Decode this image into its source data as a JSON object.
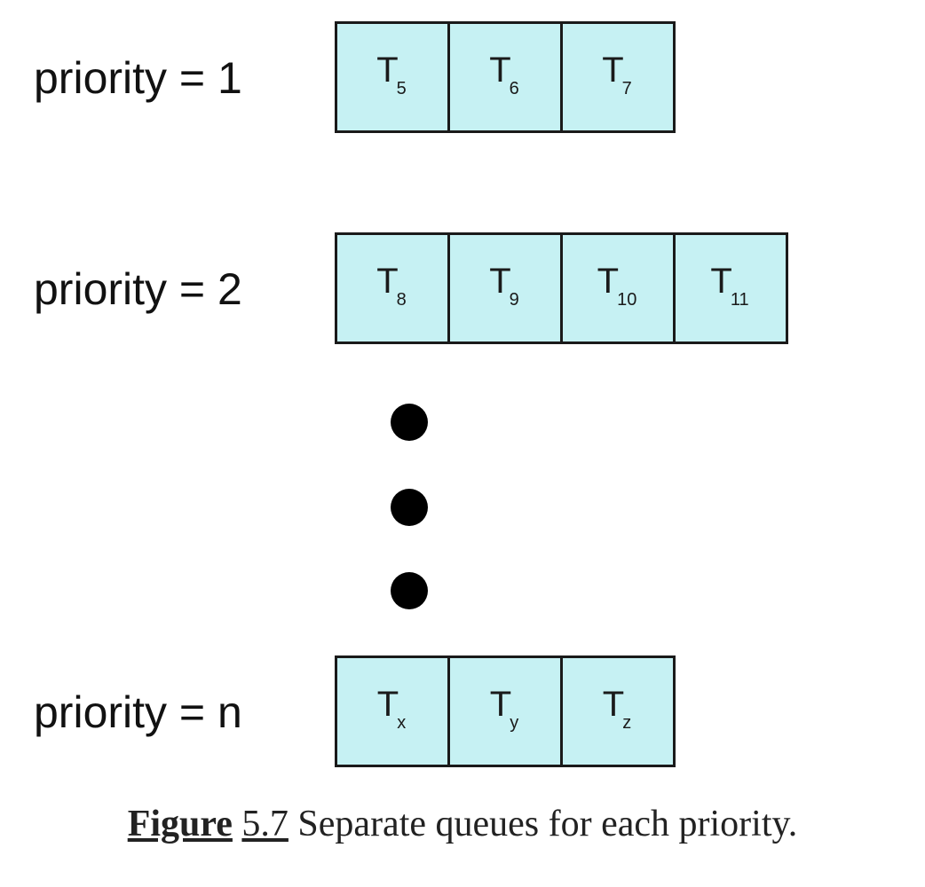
{
  "queues": [
    {
      "label": "priority = 1",
      "tasks": [
        {
          "base": "T",
          "sub": "5"
        },
        {
          "base": "T",
          "sub": "6"
        },
        {
          "base": "T",
          "sub": "7"
        }
      ]
    },
    {
      "label": "priority = 2",
      "tasks": [
        {
          "base": "T",
          "sub": "8"
        },
        {
          "base": "T",
          "sub": "9"
        },
        {
          "base": "T",
          "sub": "10"
        },
        {
          "base": "T",
          "sub": "11"
        }
      ]
    },
    {
      "label": "priority = n",
      "tasks": [
        {
          "base": "T",
          "sub": "x"
        },
        {
          "base": "T",
          "sub": "y"
        },
        {
          "base": "T",
          "sub": "z"
        }
      ]
    }
  ],
  "colors": {
    "cell_fill": "#c6f1f3",
    "border": "#1a1a1a",
    "dot": "#000000"
  },
  "caption": {
    "label": "Figure",
    "number": "5.7",
    "text": "Separate queues for each priority."
  }
}
